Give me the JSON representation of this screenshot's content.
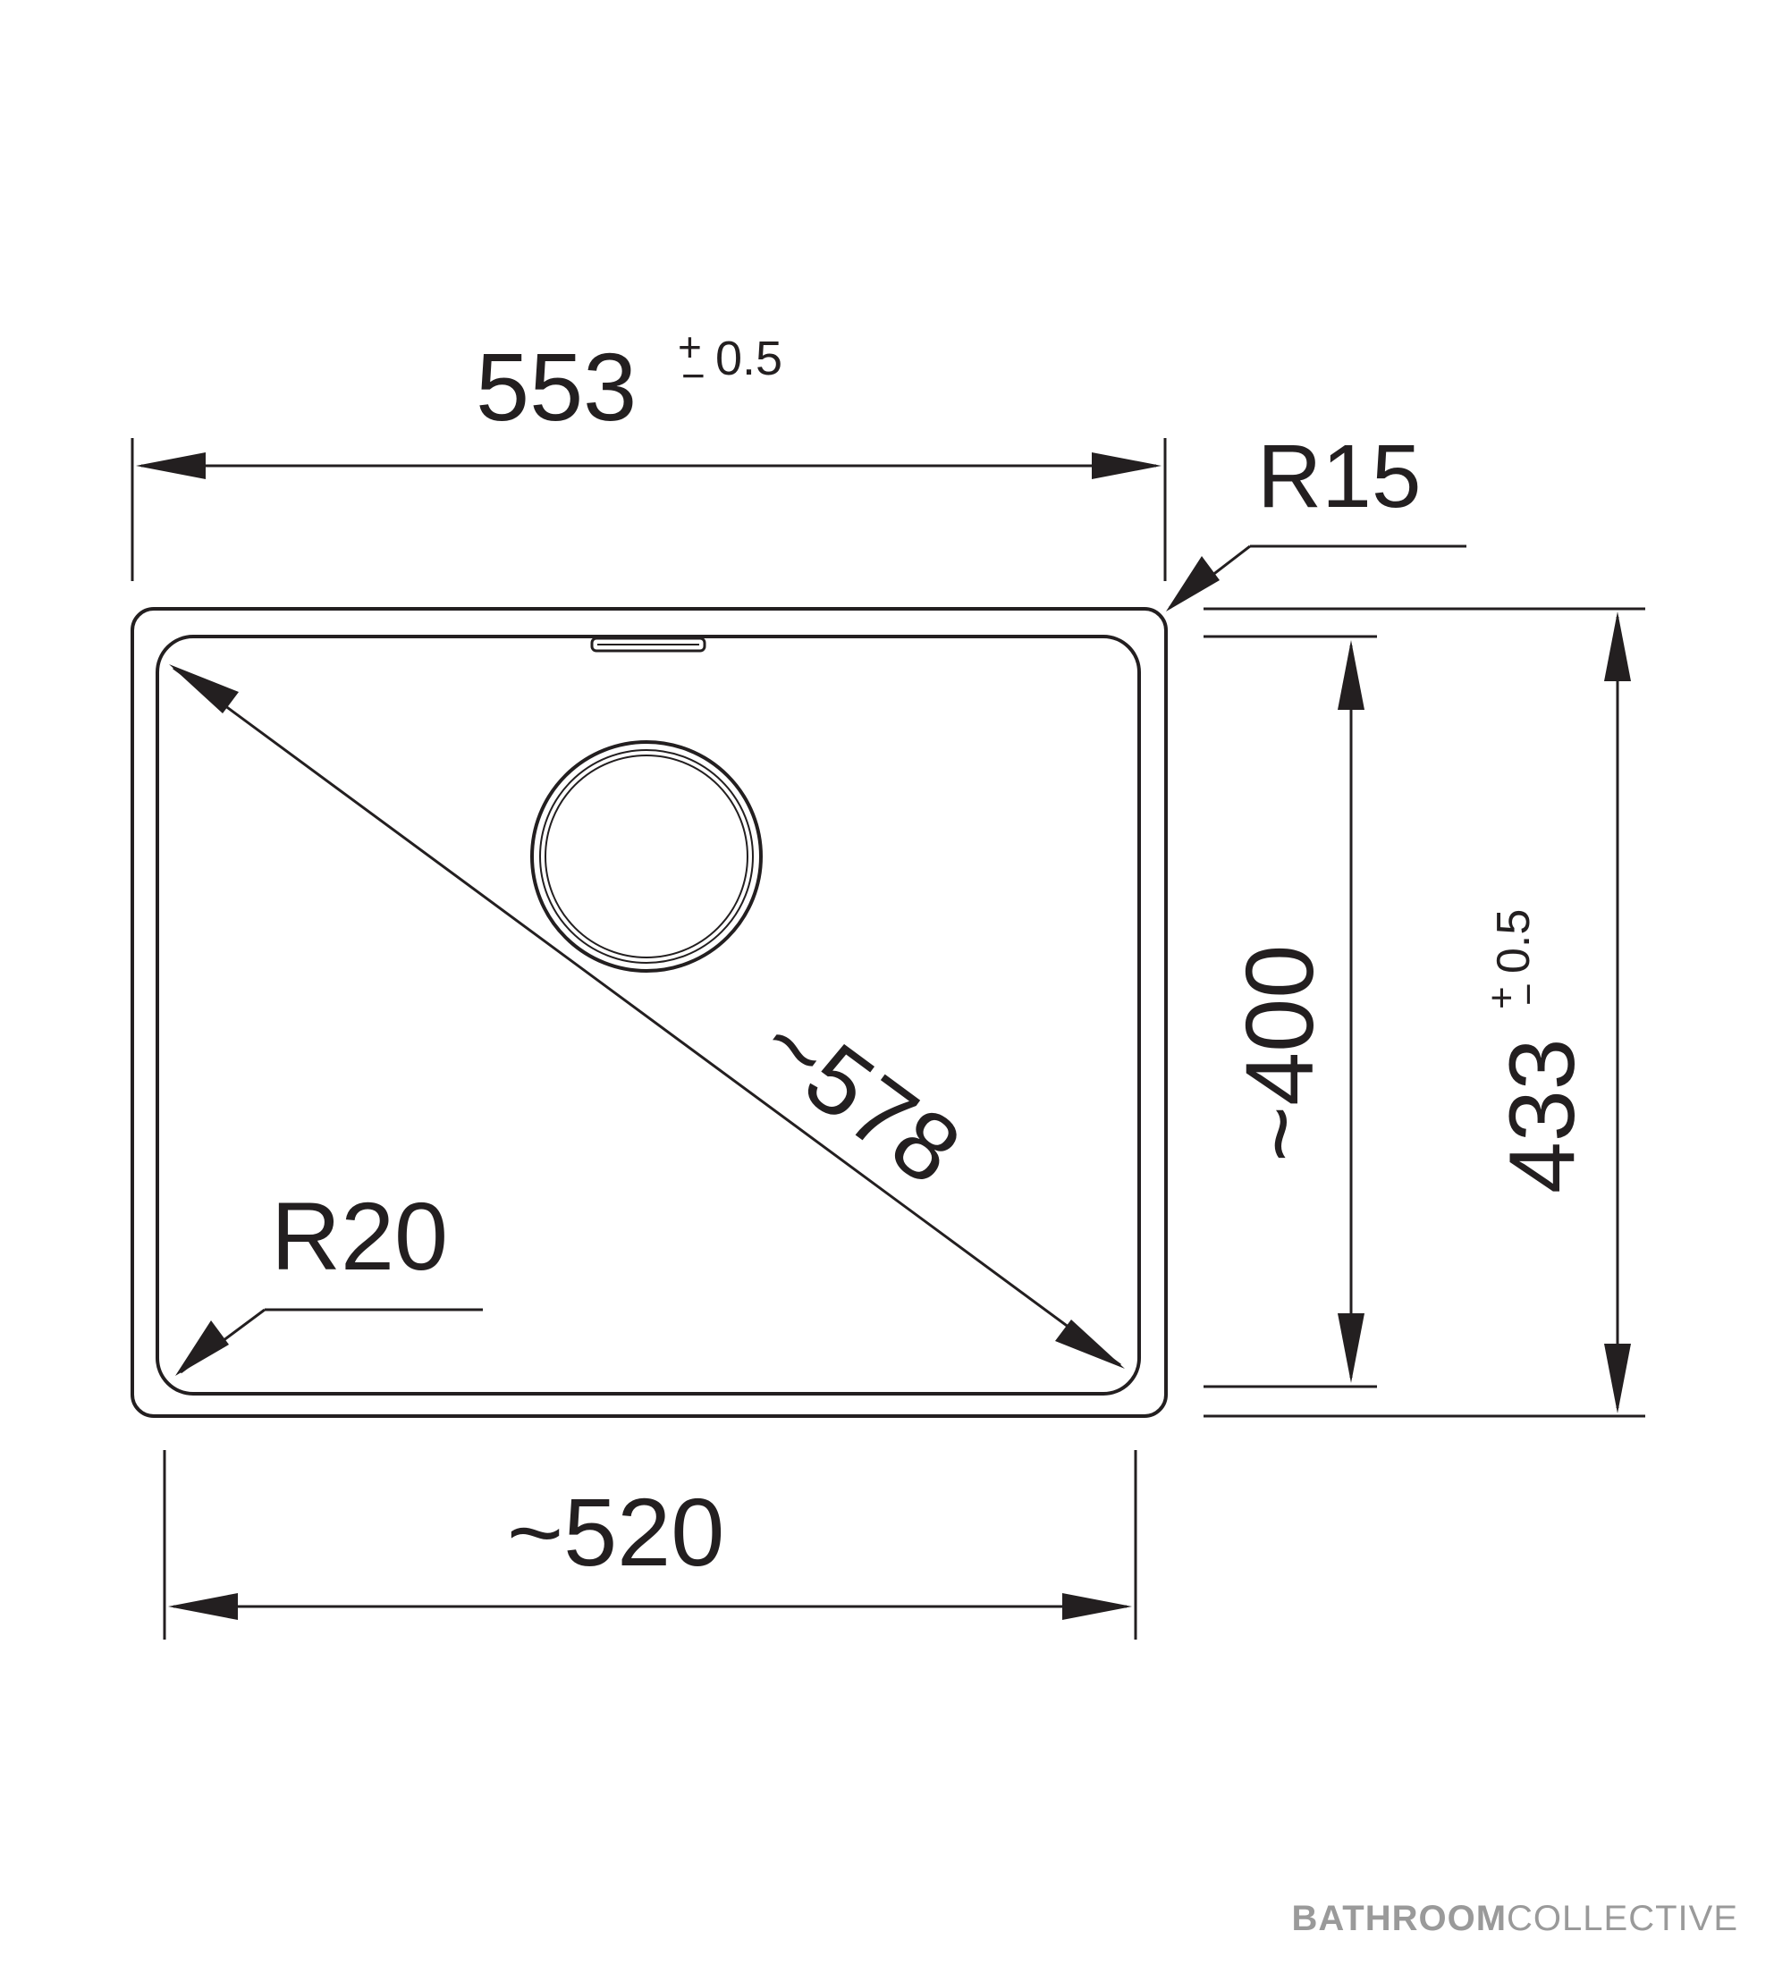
{
  "dimensions": {
    "overall_width": {
      "value": "553",
      "tolerance_plus": "+",
      "tolerance_minus": "−",
      "tolerance": "0.5"
    },
    "outer_corner_radius": {
      "label": "R15"
    },
    "overall_depth": {
      "value": "433",
      "tolerance_plus": "+",
      "tolerance_minus": "−",
      "tolerance": "0.5"
    },
    "inner_depth": {
      "label": "~400"
    },
    "diagonal": {
      "label": "~578"
    },
    "inner_corner_radius": {
      "label": "R20"
    },
    "inner_width": {
      "label": "~520"
    }
  },
  "brand": {
    "bold": "BATHROOM",
    "regular": "COLLECTIVE"
  },
  "colors": {
    "ink": "#231f20",
    "brand_gray": "#9a9a9a"
  }
}
